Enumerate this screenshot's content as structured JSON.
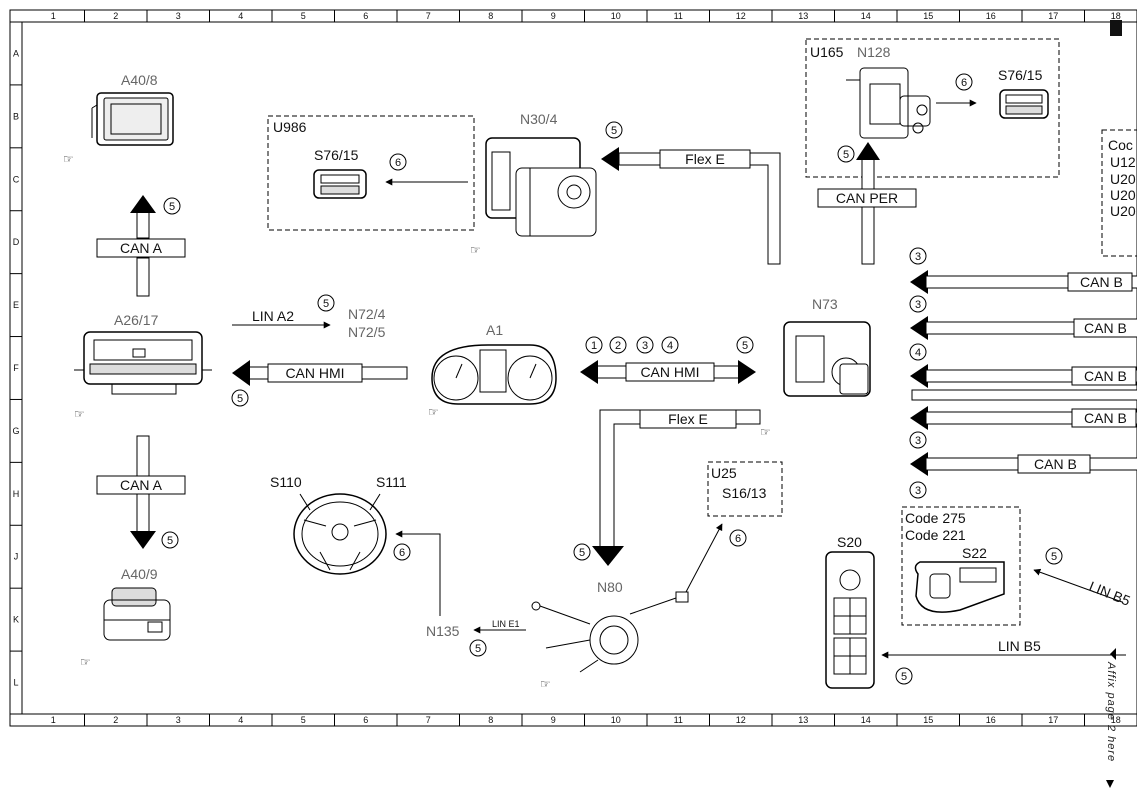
{
  "grid": {
    "columns": [
      "1",
      "2",
      "3",
      "4",
      "5",
      "6",
      "7",
      "8",
      "9",
      "10",
      "11",
      "12",
      "13",
      "14",
      "15",
      "16",
      "17",
      "18"
    ],
    "rows": [
      "A",
      "B",
      "C",
      "D",
      "E",
      "F",
      "G",
      "H",
      "J",
      "K",
      "L"
    ]
  },
  "components": {
    "a40_8": "A40/8",
    "n30_4": "N30/4",
    "u986": "U986",
    "s76_15_left": "S76/15",
    "u165": "U165",
    "n128": "N128",
    "s76_15_right": "S76/15",
    "a26_17": "A26/17",
    "n72_4": "N72/4",
    "n72_5": "N72/5",
    "a1": "A1",
    "n73": "N73",
    "s110": "S110",
    "s111": "S111",
    "n135": "N135",
    "n80": "N80",
    "u25": "U25",
    "s16_13": "S16/13",
    "s20": "S20",
    "code275": "Code 275",
    "code221": "Code 221",
    "s22": "S22",
    "a40_9": "A40/9"
  },
  "buses": {
    "can_a_top": "CAN A",
    "can_a_bottom": "CAN A",
    "lin_a2": "LIN A2",
    "can_hmi_left": "CAN HMI",
    "can_hmi_mid": "CAN HMI",
    "flex_e_top": "Flex E",
    "flex_e_mid": "Flex E",
    "can_per": "CAN PER",
    "can_b_1": "CAN B",
    "can_b_2": "CAN B",
    "can_b_3": "CAN B",
    "can_b_4": "CAN B",
    "can_b_5": "CAN B",
    "lin_e1": "LIN E1",
    "lin_b5_diag": "LIN B5",
    "lin_b5": "LIN B5"
  },
  "circle_numbers": {
    "c_can_a_top": "5",
    "c_a26_lin": "5",
    "c_a26_hmi": "5",
    "c_can_a_bottom": "5",
    "c_s76_left": "6",
    "c_flex_top": "5",
    "c_n128": "6",
    "c_u165": "5",
    "c_hmi_1": "1",
    "c_hmi_2": "2",
    "c_hmi_3": "3",
    "c_hmi_4": "4",
    "c_hmi_5": "5",
    "c_r_1": "3",
    "c_r_2": "3",
    "c_r_3": "4",
    "c_r_4": "3",
    "c_r_5": "3",
    "c_steer": "6",
    "c_n135": "5",
    "c_n80": "5",
    "c_u25": "6",
    "c_s22": "5",
    "c_s20": "5"
  },
  "right_cut_text": {
    "line1": "Coc",
    "line2": "U12",
    "line3": "U20",
    "line4": "U20",
    "line5": "U20"
  },
  "side_note": "Affix page 2 here"
}
